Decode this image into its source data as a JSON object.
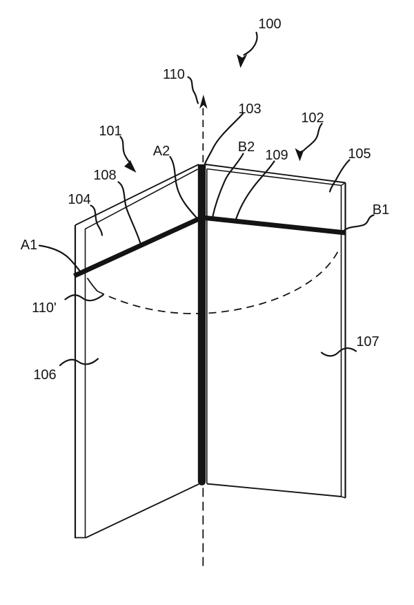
{
  "figure": {
    "background_color": "#ffffff",
    "line_color": "#141414",
    "labels": {
      "n100": "100",
      "n110": "110",
      "n103": "103",
      "n101": "101",
      "n102": "102",
      "a2": "A2",
      "b2": "B2",
      "n109": "109",
      "n105": "105",
      "n108": "108",
      "n104": "104",
      "b1": "B1",
      "a1": "A1",
      "n110_prime": "110'",
      "n107": "107",
      "n106": "106"
    }
  }
}
